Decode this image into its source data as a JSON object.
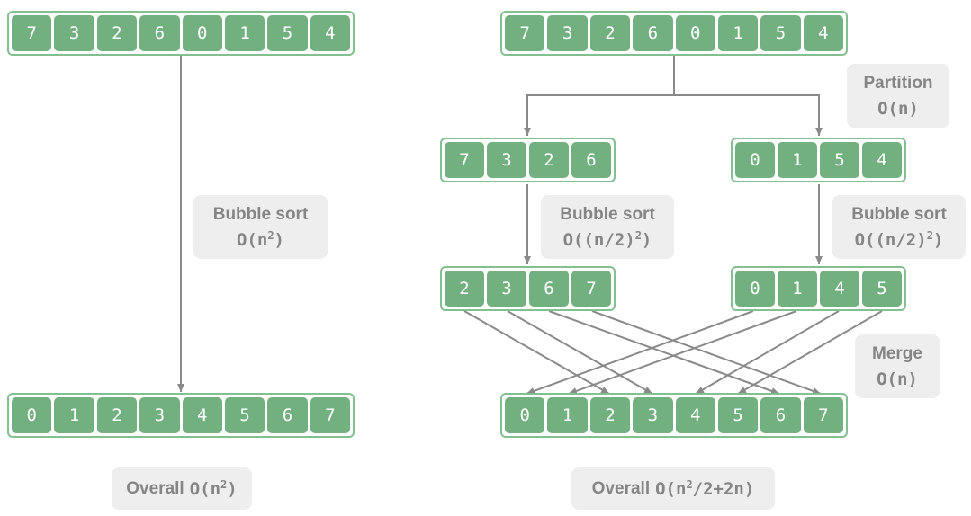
{
  "arrays": {
    "left_input": [
      "7",
      "3",
      "2",
      "6",
      "0",
      "1",
      "5",
      "4"
    ],
    "left_output": [
      "0",
      "1",
      "2",
      "3",
      "4",
      "5",
      "6",
      "7"
    ],
    "right_input": [
      "7",
      "3",
      "2",
      "6",
      "0",
      "1",
      "5",
      "4"
    ],
    "right_half_a": [
      "7",
      "3",
      "2",
      "6"
    ],
    "right_half_b": [
      "0",
      "1",
      "5",
      "4"
    ],
    "right_sorted_a": [
      "2",
      "3",
      "6",
      "7"
    ],
    "right_sorted_b": [
      "0",
      "1",
      "4",
      "5"
    ],
    "right_output": [
      "0",
      "1",
      "2",
      "3",
      "4",
      "5",
      "6",
      "7"
    ]
  },
  "labels": {
    "bubble_left": {
      "title": "Bubble sort",
      "cost": "O(n",
      "exp": "2",
      "tail": ")"
    },
    "partition": {
      "title": "Partition",
      "cost": "O(n)"
    },
    "bubble_a": {
      "title": "Bubble sort",
      "cost": "O((n/2)",
      "exp": "2",
      "tail": ")"
    },
    "bubble_b": {
      "title": "Bubble sort",
      "cost": "O((n/2)",
      "exp": "2",
      "tail": ")"
    },
    "merge": {
      "title": "Merge",
      "cost": "O(n)"
    },
    "overall_left": {
      "word": "Overall",
      "cost": "O(n",
      "exp": "2",
      "tail": ")"
    },
    "overall_right": {
      "word": "Overall",
      "cost": "O(n",
      "exp": "2",
      "tail": "/2+2n)"
    }
  },
  "colors": {
    "cell": "#73b080",
    "border": "#82c08f",
    "arrow": "#8a8a8a",
    "note_bg": "#eeeeee",
    "note_text": "#858585"
  }
}
